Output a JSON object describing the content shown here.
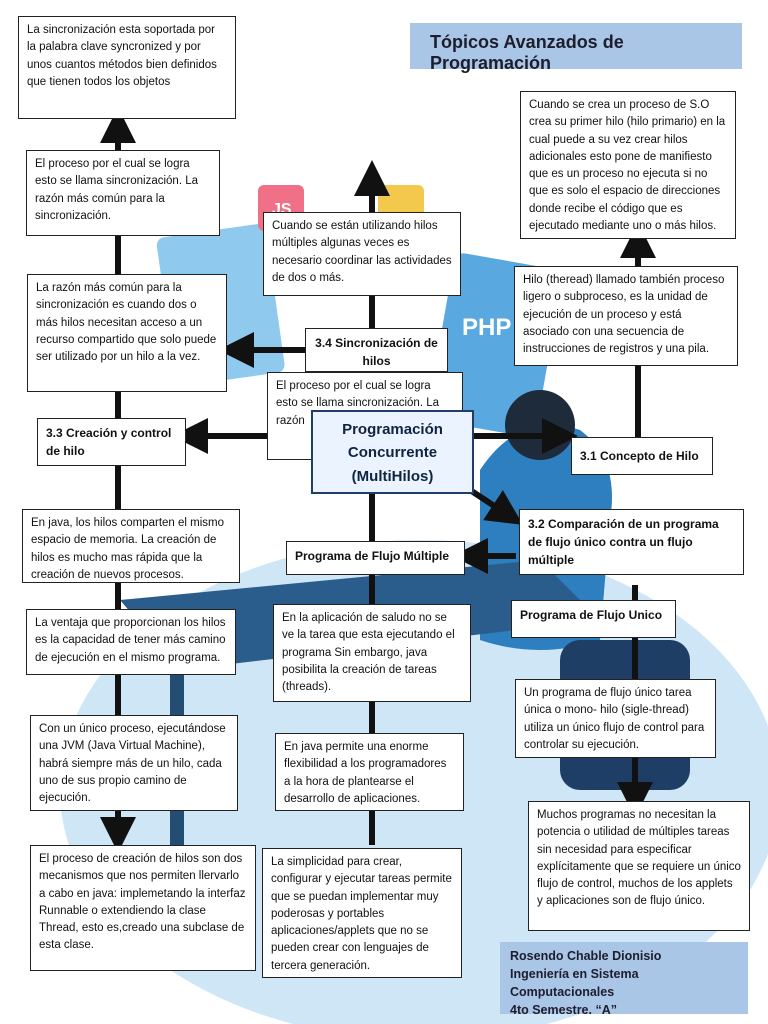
{
  "header": {
    "title": "Tópicos Avanzados de Programación"
  },
  "center": {
    "line1": "Programación",
    "line2": "Concurrente",
    "line3": "(MultiHilos)"
  },
  "sections": {
    "sincronizacion": "3.4 Sincronización de hilos",
    "creacion": "3.3 Creación y control de hilo",
    "concepto": "3.1 Concepto de Hilo",
    "comparacion": "3.2 Comparación de un programa de flujo único contra un flujo múltiple",
    "flujo_multiple": "Programa de Flujo Múltiple",
    "flujo_unico": "Programa de Flujo Unico"
  },
  "texts": {
    "sync_keyword": "La sincronización esta soportada por la palabra clave syncronized y por unos cuantos métodos bien definidos que tienen todos los objetos",
    "sync_process": "El proceso por el cual se logra esto se llama sincronización. La razón más común para la sincronización.",
    "sync_reason": "La razón más común para la sincronización es cuando dos o más hilos necesitan acceso a un recurso compartido que solo puede ser utilizado por un hilo a la vez.",
    "multi_threads": "Cuando se están utilizando hilos múltiples algunas veces es necesario coordinar las actividades de dos o más.",
    "ghost_text": "El proceso por el cual se logra esto se llama sincronización. La razón",
    "primary_thread": "Cuando se crea un proceso de S.O crea su primer hilo (hilo primario) en la cual puede a su vez crear hilos adicionales esto pone de manifiesto que es un proceso no ejecuta si no que es solo el espacio de direcciones donde recibe el código que es ejecutado mediante uno o más hilos.",
    "thread_def": "Hilo (theread) llamado también proceso ligero o subproceso, es la unidad de ejecución de un proceso y está asociado con una secuencia de instrucciones de registros y una pila.",
    "java_memory": "En java, los hilos comparten el mismo espacio de memoria. La creación de hilos es mucho mas rápida que la creación de nuevos procesos.",
    "advantage": "La ventaja que proporcionan los hilos es la capacidad de tener más camino de ejecución en el mismo programa.",
    "jvm": "Con un único proceso, ejecutándose una JVM (Java Virtual Machine), habrá siempre más de un hilo, cada uno de sus propio camino de ejecución.",
    "mechanisms": "El proceso de creación de hilos son dos mecanismos que nos permiten llervarlo a cabo en java: implemetando la interfaz Runnable o extendiendo la clase Thread, esto es,creado una subclase de esta clase.",
    "greeting": "En la aplicación de saludo no se ve la tarea que esta ejecutando el programa Sin embargo, java posibilita la creación de tareas (threads).",
    "flexibility": "En java permite una enorme flexibilidad a los programadores a la hora de plantearse el desarrollo de aplicaciones.",
    "simplicity": "La simplicidad para crear, configurar y ejecutar tareas permite que se puedan implementar muy poderosas y portables aplicaciones/applets que no se pueden crear con lenguajes de tercera generación.",
    "single_flow": "Un programa de flujo único tarea única o mono- hilo (sigle-thread) utiliza un único flujo de control para controlar su ejecución.",
    "many_programs": "Muchos programas no necesitan la potencia o utilidad de múltiples tareas sin necesidad para especificar explícitamente que se requiere un único flujo de control, muchos de los applets y aplicaciones son de flujo único."
  },
  "author": {
    "name": "Rosendo Chable Dionisio",
    "career": "Ingeniería en Sistema Computacionales",
    "semester": "4to Semestre. “A”"
  },
  "badges": {
    "php": "PHP",
    "js": "JS"
  },
  "colors": {
    "accent": "#a9c6e6",
    "sky": "#cfe6f7",
    "navy": "#1f3e66",
    "desk": "#2b5d8c"
  }
}
